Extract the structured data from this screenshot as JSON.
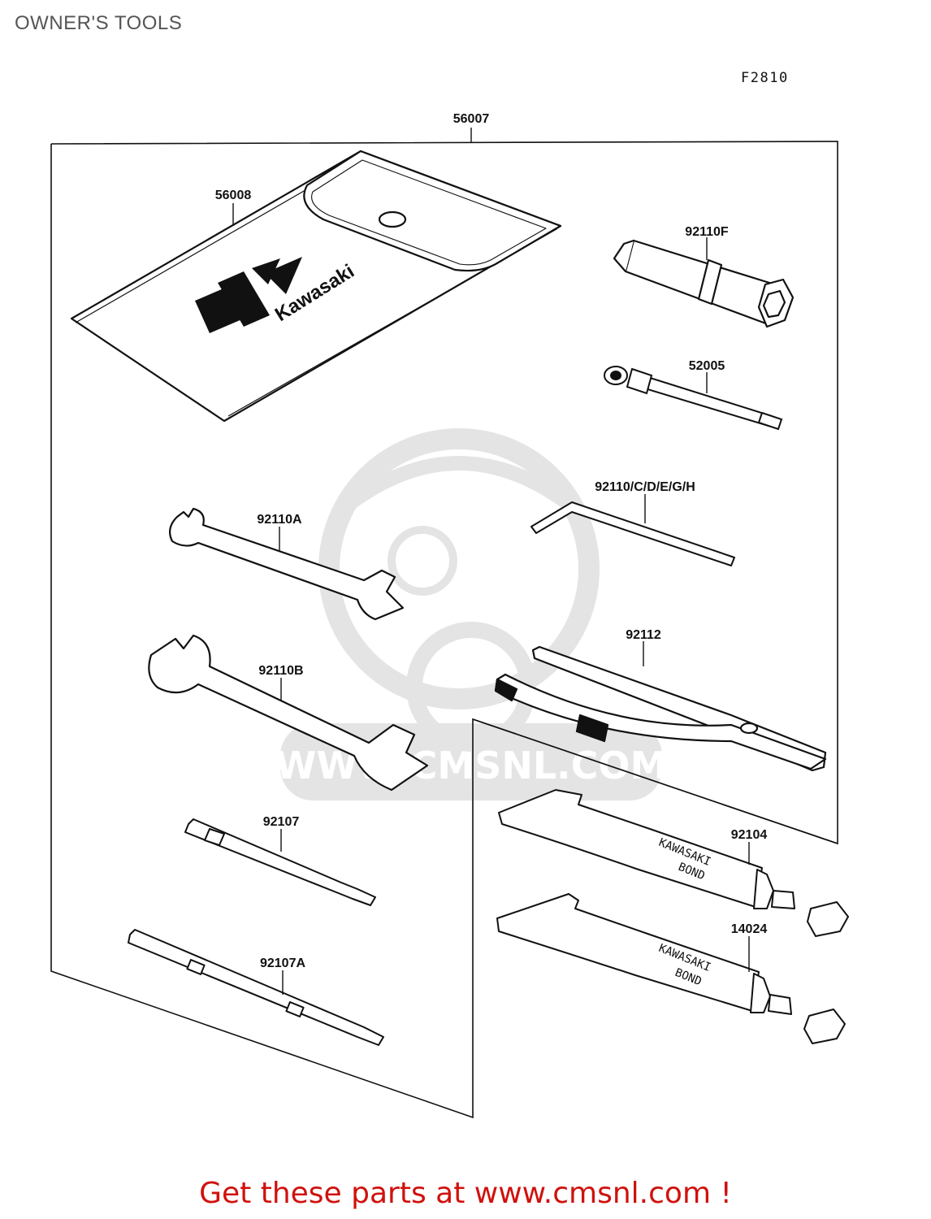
{
  "header": {
    "title": "OWNER'S TOOLS",
    "figure_code": "F2810"
  },
  "parts": {
    "kit": "56007",
    "pouch": "56008",
    "plug_wrench": "92110F",
    "handle": "52005",
    "hex_key": "92110/C/D/E/G/H",
    "wrench_a": "92110A",
    "wrench_b": "92110B",
    "pliers": "92112",
    "screwdriver": "92107",
    "screwdriver_a": "92107A",
    "bond_a": "92104",
    "bond_b": "14024"
  },
  "labels": {
    "pouch_logo": "Kawasaki",
    "tube_text_line1": "KAWASAKI",
    "tube_text_line2": "BOND"
  },
  "watermark": {
    "text": "WWW.CMSNL.COM"
  },
  "footer": {
    "text": "Get these parts at www.cmsnl.com !"
  },
  "colors": {
    "footer_text": "#d0110d",
    "line_art": "#111111",
    "watermark": "#e4e4e4"
  }
}
